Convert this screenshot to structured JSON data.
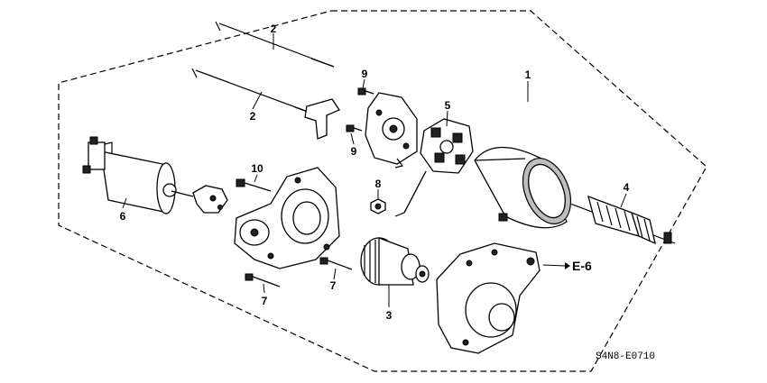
{
  "callouts": [
    {
      "id": "1",
      "label": "1"
    },
    {
      "id": "2a",
      "label": "2"
    },
    {
      "id": "2b",
      "label": "2"
    },
    {
      "id": "3",
      "label": "3"
    },
    {
      "id": "4",
      "label": "4"
    },
    {
      "id": "5",
      "label": "5"
    },
    {
      "id": "6",
      "label": "6"
    },
    {
      "id": "7a",
      "label": "7"
    },
    {
      "id": "7b",
      "label": "7"
    },
    {
      "id": "8",
      "label": "8"
    },
    {
      "id": "9a",
      "label": "9"
    },
    {
      "id": "9b",
      "label": "9"
    },
    {
      "id": "10",
      "label": "10"
    }
  ],
  "reference": {
    "label": "E-6"
  },
  "diagram_code": "S4N8-E0710"
}
